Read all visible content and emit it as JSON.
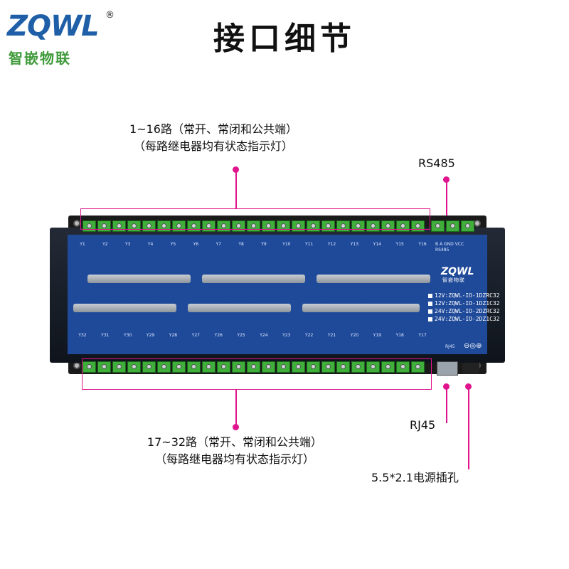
{
  "logo": {
    "brand": "ZQWL",
    "registered": "®",
    "subtitle": "智嵌物联"
  },
  "title": "接口细节",
  "callouts": {
    "top_channels_line1": "1~16路（常开、常闭和公共端）",
    "top_channels_line2": "（每路继电器均有状态指示灯）",
    "bottom_channels_line1": "17~32路（常开、常闭和公共端）",
    "bottom_channels_line2": "（每路继电器均有状态指示灯）",
    "rs485": "RS485",
    "rj45": "RJ45",
    "power": "5.5*2.1电源插孔"
  },
  "device": {
    "panel_brand": "ZQWL",
    "panel_brand_sub": "智嵌物联",
    "rs485_pins": "B  A  GND VCC",
    "rs485_label": "RS485",
    "rj45_label": "RJ45",
    "models": [
      "12V:ZQWL-IO-1DZRC32",
      "12V:ZQWL-IO-1DZ1C32",
      "24V:ZQWL-IO-2DZRC32",
      "24V:ZQWL-IO-2DZ1C32"
    ],
    "top_channels": [
      "Y1",
      "Y2",
      "Y3",
      "Y4",
      "Y5",
      "Y6",
      "Y7",
      "Y8",
      "Y9",
      "Y10",
      "Y11",
      "Y12",
      "Y13",
      "Y14",
      "Y15",
      "Y16"
    ],
    "bottom_channels": [
      "Y32",
      "Y31",
      "Y30",
      "Y29",
      "Y28",
      "Y27",
      "Y26",
      "Y25",
      "Y24",
      "Y23",
      "Y22",
      "Y21",
      "Y20",
      "Y19",
      "Y18",
      "Y17"
    ]
  },
  "colors": {
    "callout": "#e0148c",
    "panel": "#1f4a9a",
    "terminal": "#3fae3a",
    "brand_blue": "#1f5fa8",
    "brand_green": "#3f9a3a"
  }
}
